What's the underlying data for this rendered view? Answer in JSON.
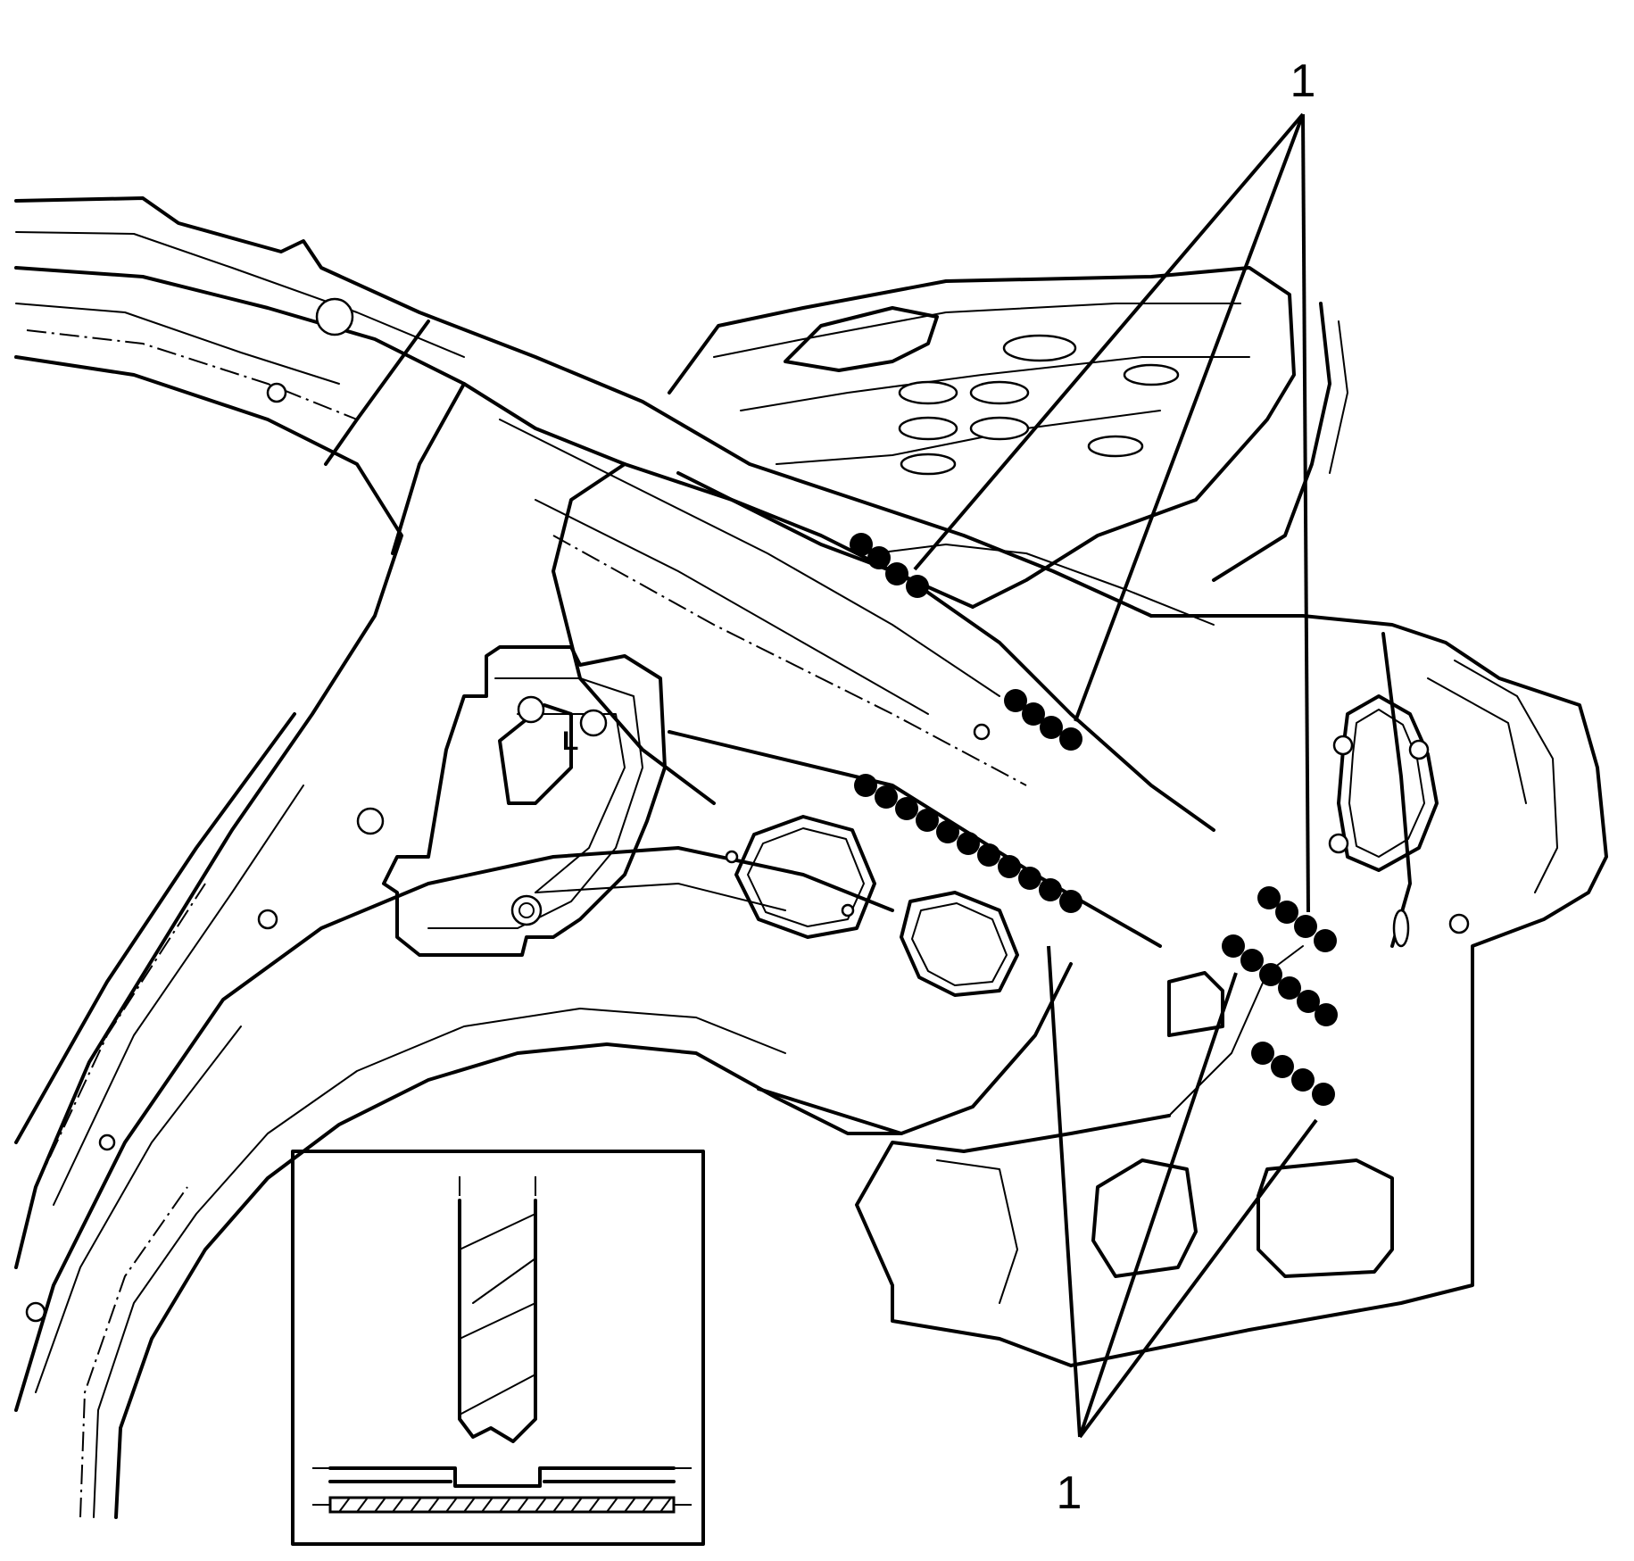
{
  "callouts": [
    {
      "label": "1"
    },
    {
      "label": "1"
    }
  ],
  "part_marking": "L",
  "icons": {
    "weld_spot": "spot-weld-marker",
    "drill": "drill-bit-icon"
  },
  "colors": {
    "line": "#000000",
    "background": "#ffffff"
  }
}
